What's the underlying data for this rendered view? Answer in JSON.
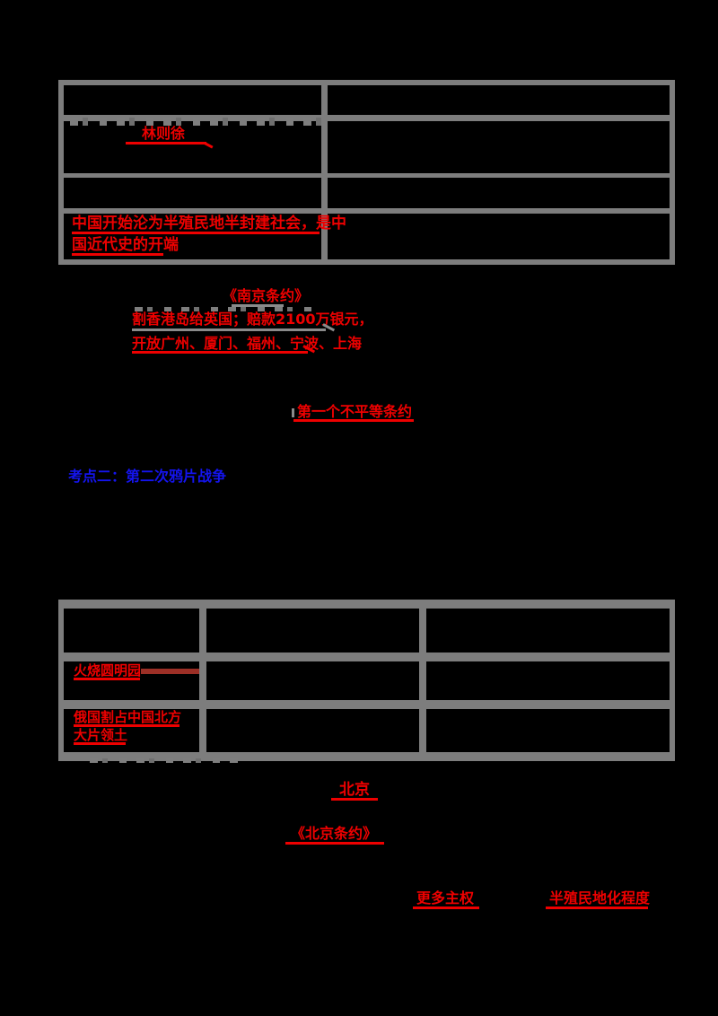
{
  "page": {
    "kind": "history-review-worksheet",
    "background": "#000000"
  },
  "colors": {
    "table_border": "#7d7d7d",
    "answer_red": "#ee0000",
    "dark_red_line": "#9c2f26",
    "heading_blue": "#1414ee",
    "fragment_gray": "#8a8a8a"
  },
  "topic1": {
    "table": {
      "columns": 2,
      "rows": 4,
      "row2_answer": "林则徐",
      "row4_answer_line1": "中国开始沦为半殖民地半封建社会，是中",
      "row4_answer_line2": "国近代史的开端"
    },
    "notes": {
      "treaty_title": "《南京条约》",
      "treaty_line1": "割香港岛给英国；赔款2100万银元，",
      "treaty_line2": "开放广州、厦门、福州、宁波、上海",
      "blank_answer": "第一个不平等条约"
    }
  },
  "topic2": {
    "heading": "考点二：第二次鸦片战争",
    "table": {
      "columns": 3,
      "rows": 3,
      "row2_col1_answer": "火烧圆明园",
      "row3_col1_answer_line1": "俄国割占中国北方",
      "row3_col1_answer_line2": "大片领土"
    },
    "notes": {
      "blank_city": "北京",
      "blank_treaty": "《北京条约》",
      "blank_sovereignty": "更多主权",
      "blank_status": "半殖民地化程度"
    }
  }
}
